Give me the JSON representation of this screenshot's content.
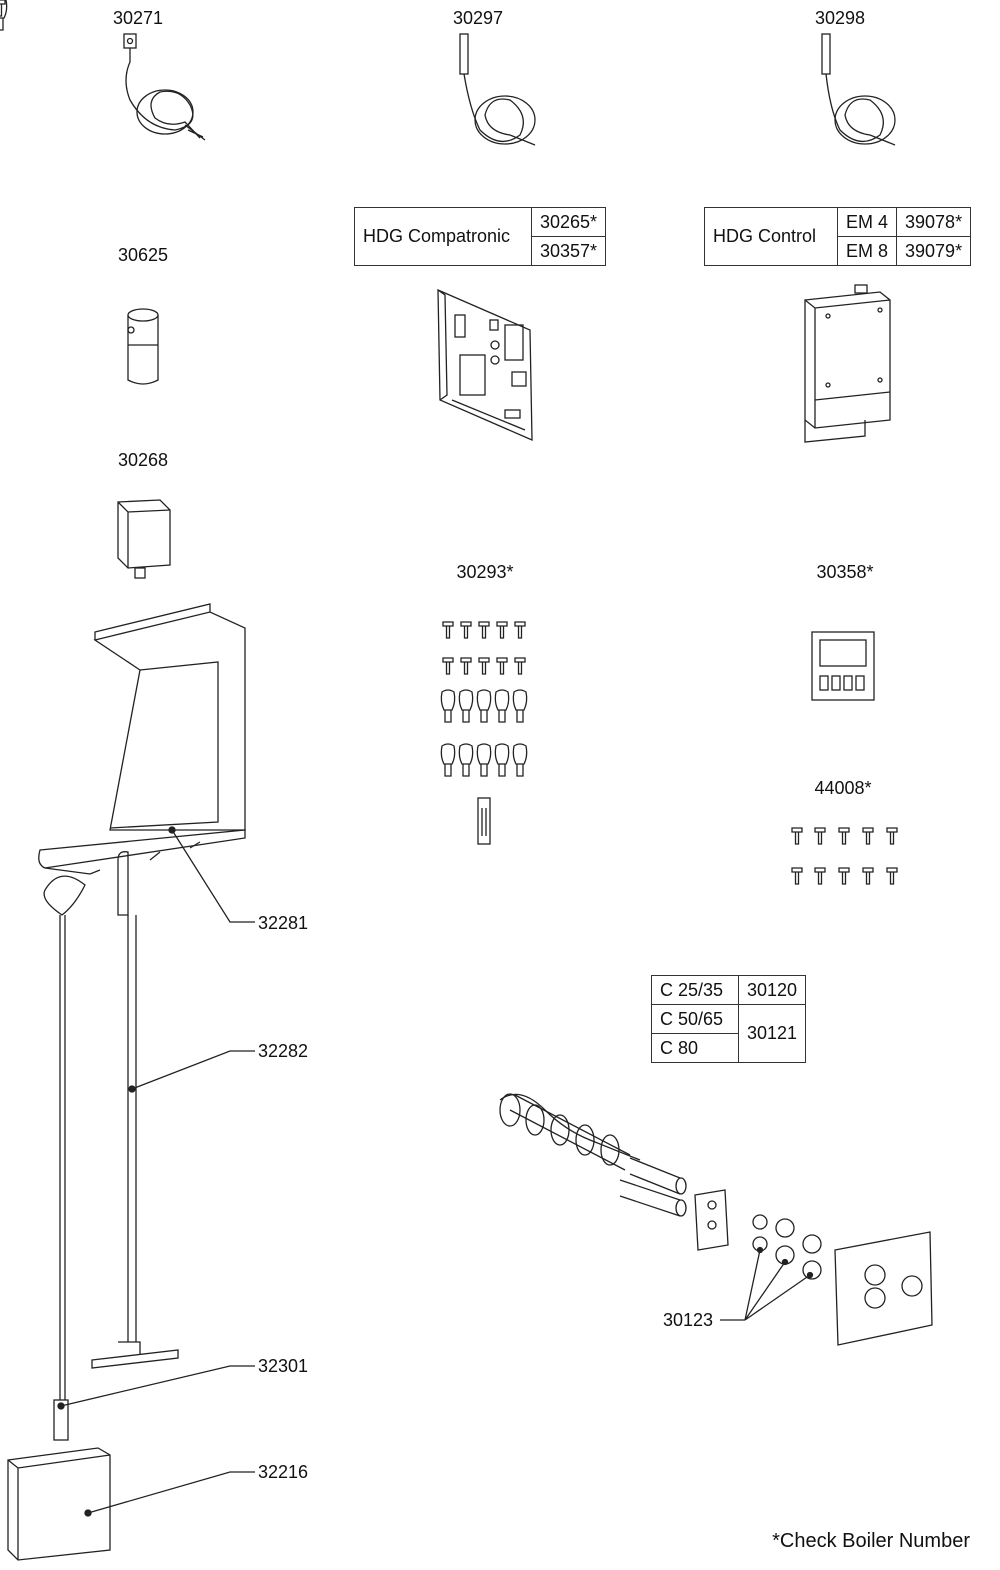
{
  "labels": {
    "p30271": "30271",
    "p30297": "30297",
    "p30298": "30298",
    "p30625": "30625",
    "p30268": "30268",
    "p30293": "30293*",
    "p30358": "30358*",
    "p44008": "44008*",
    "p32281": "32281",
    "p32282": "32282",
    "p32301": "32301",
    "p32216": "32216",
    "p30123": "30123"
  },
  "compatronic_table": {
    "name": "HDG Compatronic",
    "codes": [
      "30265*",
      "30357*"
    ]
  },
  "control_table": {
    "name": "HDG Control",
    "rows": [
      {
        "module": "EM 4",
        "code": "39078*"
      },
      {
        "module": "EM 8",
        "code": "39079*"
      }
    ]
  },
  "auger_table": {
    "rows": [
      {
        "model": "C 25/35",
        "code": "30120"
      },
      {
        "model": "C 50/65",
        "code": "30121"
      },
      {
        "model": "C 80",
        "code": ""
      }
    ]
  },
  "footnote": "*Check Boiler Number"
}
